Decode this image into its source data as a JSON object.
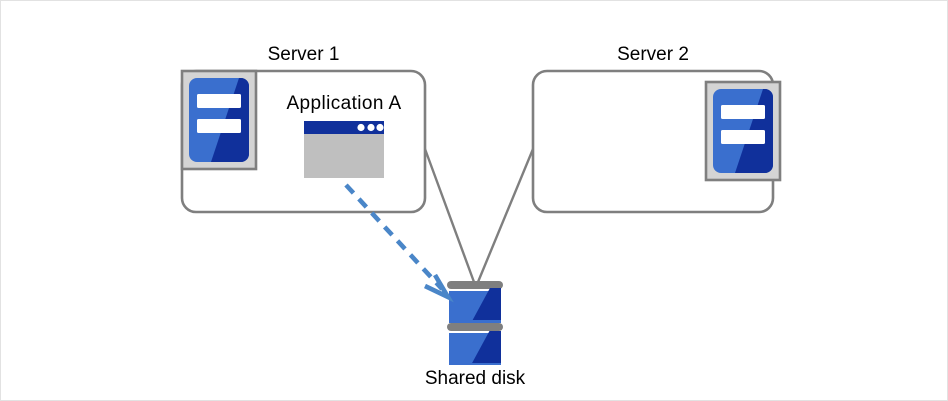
{
  "diagram": {
    "title": "Shared disk cluster with Application A active on Server 1",
    "type": "architecture-diagram"
  },
  "nodes": {
    "server1": {
      "label": "Server 1",
      "icon": "server-icon",
      "icon_position": "top-left",
      "contains_application": true
    },
    "server2": {
      "label": "Server 2",
      "icon": "server-icon",
      "icon_position": "top-right",
      "contains_application": false
    },
    "application": {
      "label": "Application A",
      "icon": "application-window-icon",
      "window_buttons": 3,
      "hosted_on": "Server 1"
    },
    "shared_disk": {
      "label": "Shared disk",
      "icon": "disk-stack-icon",
      "platters": 2
    }
  },
  "connections": [
    {
      "name": "server1-to-disk",
      "from": "Server 1",
      "to": "Shared disk",
      "style": "solid",
      "color": "#7f7f7f"
    },
    {
      "name": "server2-to-disk",
      "from": "Server 2",
      "to": "Shared disk",
      "style": "solid",
      "color": "#7f7f7f"
    },
    {
      "name": "application-to-disk",
      "from": "Application A",
      "to": "Shared disk",
      "style": "dashed-arrow",
      "color": "#4a86c8"
    }
  ],
  "colors": {
    "frame_border": "#e2e2e2",
    "box_border": "#7f7f7f",
    "connector": "#7f7f7f",
    "arrow": "#4a86c8",
    "icon_blue_light": "#3a6fce",
    "icon_blue_dark": "#10309b",
    "icon_frame": "#d4d4d4",
    "icon_frame_border": "#7f7f7f",
    "window_titlebar": "#10309b",
    "window_body": "#bfbfbf",
    "disk_bar": "#7f7f7f",
    "text": "#000000"
  }
}
